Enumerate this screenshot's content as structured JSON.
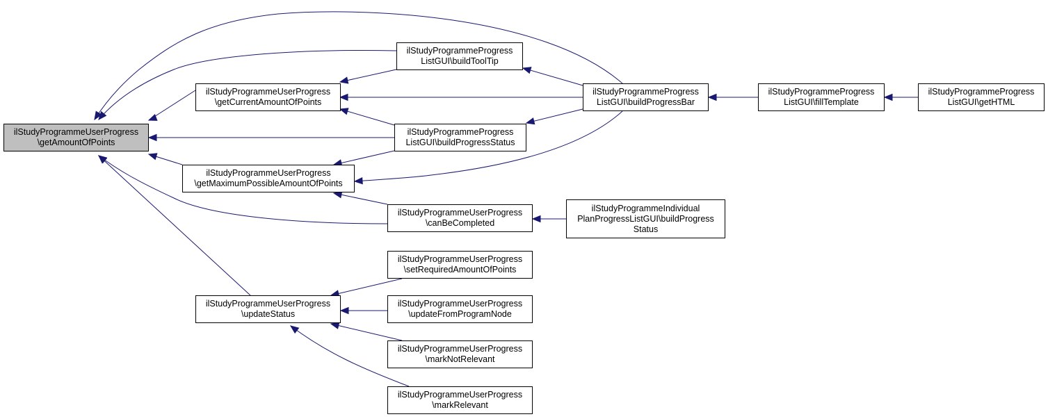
{
  "colors": {
    "edge": "#191970",
    "focus_fill": "#bfbfbf",
    "node_fill": "#ffffff",
    "node_border": "#000000"
  },
  "nodes": {
    "n0": {
      "lines": [
        "ilStudyProgrammeUserProgress",
        "\\getAmountOfPoints"
      ]
    },
    "n1": {
      "lines": [
        "ilStudyProgrammeUserProgress",
        "\\getCurrentAmountOfPoints"
      ]
    },
    "n2": {
      "lines": [
        "ilStudyProgrammeUserProgress",
        "\\getMaximumPossibleAmountOfPoints"
      ]
    },
    "n3": {
      "lines": [
        "ilStudyProgrammeUserProgress",
        "\\updateStatus"
      ]
    },
    "n4": {
      "lines": [
        "ilStudyProgrammeProgress",
        "ListGUI\\buildToolTip"
      ]
    },
    "n5": {
      "lines": [
        "ilStudyProgrammeProgress",
        "ListGUI\\buildProgressStatus"
      ]
    },
    "n6": {
      "lines": [
        "ilStudyProgrammeUserProgress",
        "\\canBeCompleted"
      ]
    },
    "n7": {
      "lines": [
        "ilStudyProgrammeUserProgress",
        "\\setRequiredAmountOfPoints"
      ]
    },
    "n8": {
      "lines": [
        "ilStudyProgrammeUserProgress",
        "\\updateFromProgramNode"
      ]
    },
    "n9": {
      "lines": [
        "ilStudyProgrammeUserProgress",
        "\\markNotRelevant"
      ]
    },
    "n10": {
      "lines": [
        "ilStudyProgrammeUserProgress",
        "\\markRelevant"
      ]
    },
    "n11": {
      "lines": [
        "ilStudyProgrammeProgress",
        "ListGUI\\buildProgressBar"
      ]
    },
    "n12": {
      "lines": [
        "ilStudyProgrammeIndividual",
        "PlanProgressListGUI\\buildProgress",
        "Status"
      ]
    },
    "n13": {
      "lines": [
        "ilStudyProgrammeProgress",
        "ListGUI\\fillTemplate"
      ]
    },
    "n14": {
      "lines": [
        "ilStudyProgrammeProgress",
        "ListGUI\\getHTML"
      ]
    }
  },
  "edges": [
    {
      "from": "n1",
      "to": "n0"
    },
    {
      "from": "n2",
      "to": "n0"
    },
    {
      "from": "n3",
      "to": "n0"
    },
    {
      "from": "n4",
      "to": "n0"
    },
    {
      "from": "n5",
      "to": "n0"
    },
    {
      "from": "n6",
      "to": "n0"
    },
    {
      "from": "n11",
      "to": "n0"
    },
    {
      "from": "n4",
      "to": "n1"
    },
    {
      "from": "n5",
      "to": "n1"
    },
    {
      "from": "n11",
      "to": "n1"
    },
    {
      "from": "n5",
      "to": "n2"
    },
    {
      "from": "n6",
      "to": "n2"
    },
    {
      "from": "n11",
      "to": "n2"
    },
    {
      "from": "n7",
      "to": "n3"
    },
    {
      "from": "n8",
      "to": "n3"
    },
    {
      "from": "n9",
      "to": "n3"
    },
    {
      "from": "n10",
      "to": "n3"
    },
    {
      "from": "n11",
      "to": "n4"
    },
    {
      "from": "n11",
      "to": "n5"
    },
    {
      "from": "n12",
      "to": "n6"
    },
    {
      "from": "n13",
      "to": "n11"
    },
    {
      "from": "n14",
      "to": "n13"
    }
  ]
}
